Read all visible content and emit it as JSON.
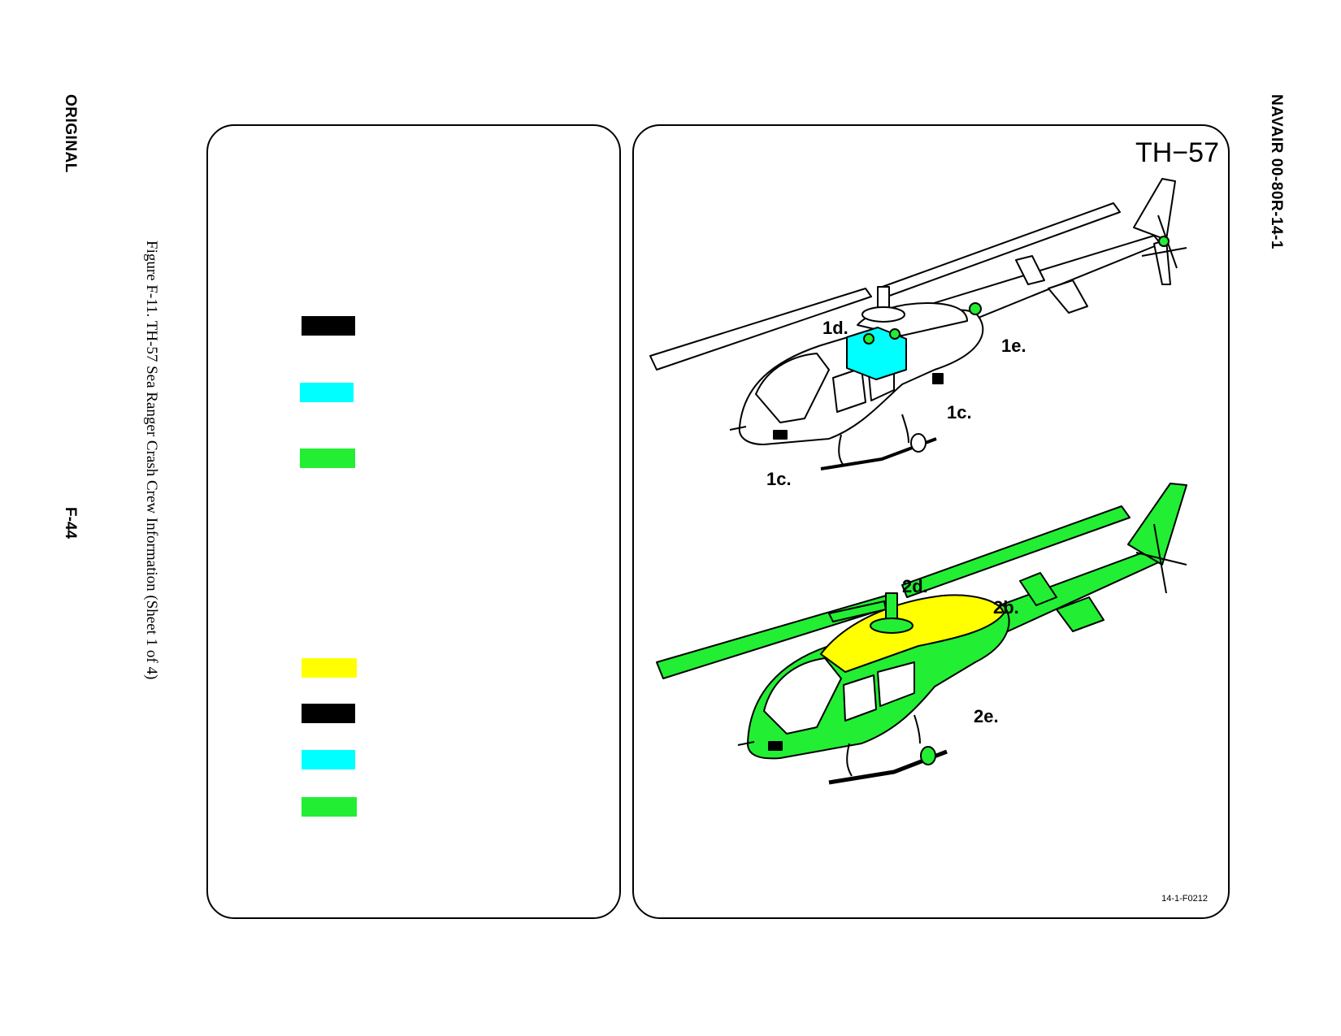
{
  "header": {
    "original_label": "ORIGINAL",
    "page_number": "F-44",
    "document_id": "NAVAIR 00-80R-14-1"
  },
  "figure": {
    "caption": "Figure F-11.  TH-57 Sea Ranger Crash Crew Information (Sheet 1 of 4)",
    "model": "TH−57",
    "code": "14-1-F0212"
  },
  "legend": {
    "swatches": [
      {
        "id": "swatch-1",
        "color": "#000000"
      },
      {
        "id": "swatch-2",
        "color": "#00ffff"
      },
      {
        "id": "swatch-3",
        "color": "#22ee33"
      },
      {
        "id": "swatch-4",
        "color": "#ffff00"
      },
      {
        "id": "swatch-5",
        "color": "#000000"
      },
      {
        "id": "swatch-6",
        "color": "#00ffff"
      },
      {
        "id": "swatch-7",
        "color": "#22ee33"
      }
    ]
  },
  "callouts": {
    "c1d": "1d.",
    "c1e": "1e.",
    "c1c_rear": "1c.",
    "c1c_front": "1c.",
    "c2d": "2d.",
    "c2b": "2b.",
    "c2e": "2e."
  },
  "colors": {
    "fill_black": "#000000",
    "fill_cyan": "#00ffff",
    "fill_green": "#22ee33",
    "fill_yellow": "#ffff00",
    "outline": "#000000"
  }
}
